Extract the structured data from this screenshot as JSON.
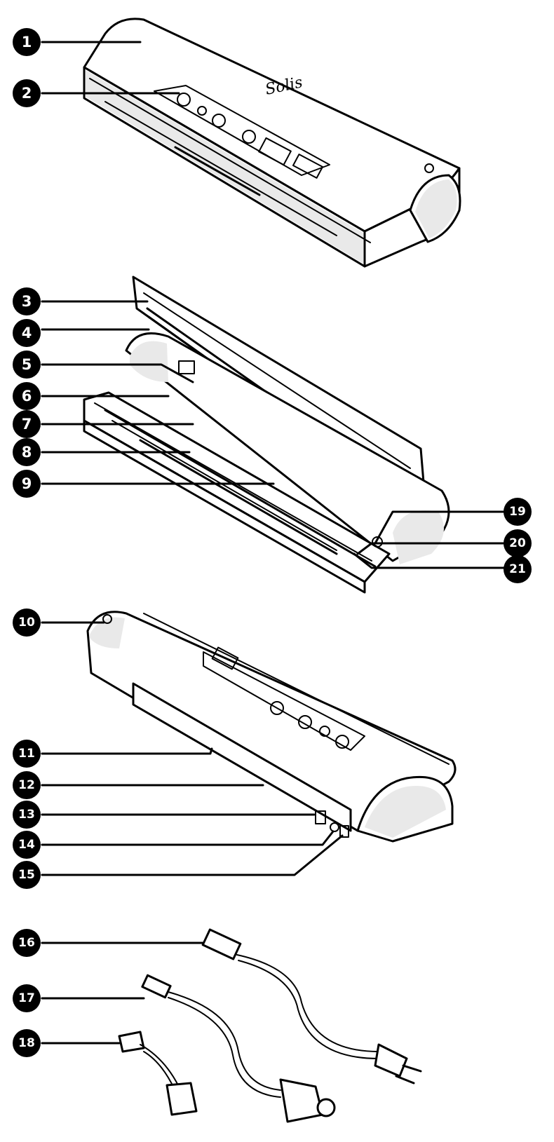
{
  "callouts": {
    "c1": "1",
    "c2": "2",
    "c3": "3",
    "c4": "4",
    "c5": "5",
    "c6": "6",
    "c7": "7",
    "c8": "8",
    "c9": "9",
    "c10": "10",
    "c11": "11",
    "c12": "12",
    "c13": "13",
    "c14": "14",
    "c15": "15",
    "c16": "16",
    "c17": "17",
    "c18": "18",
    "c19": "19",
    "c20": "20",
    "c21": "21"
  },
  "brand_logo_text": "Solis"
}
